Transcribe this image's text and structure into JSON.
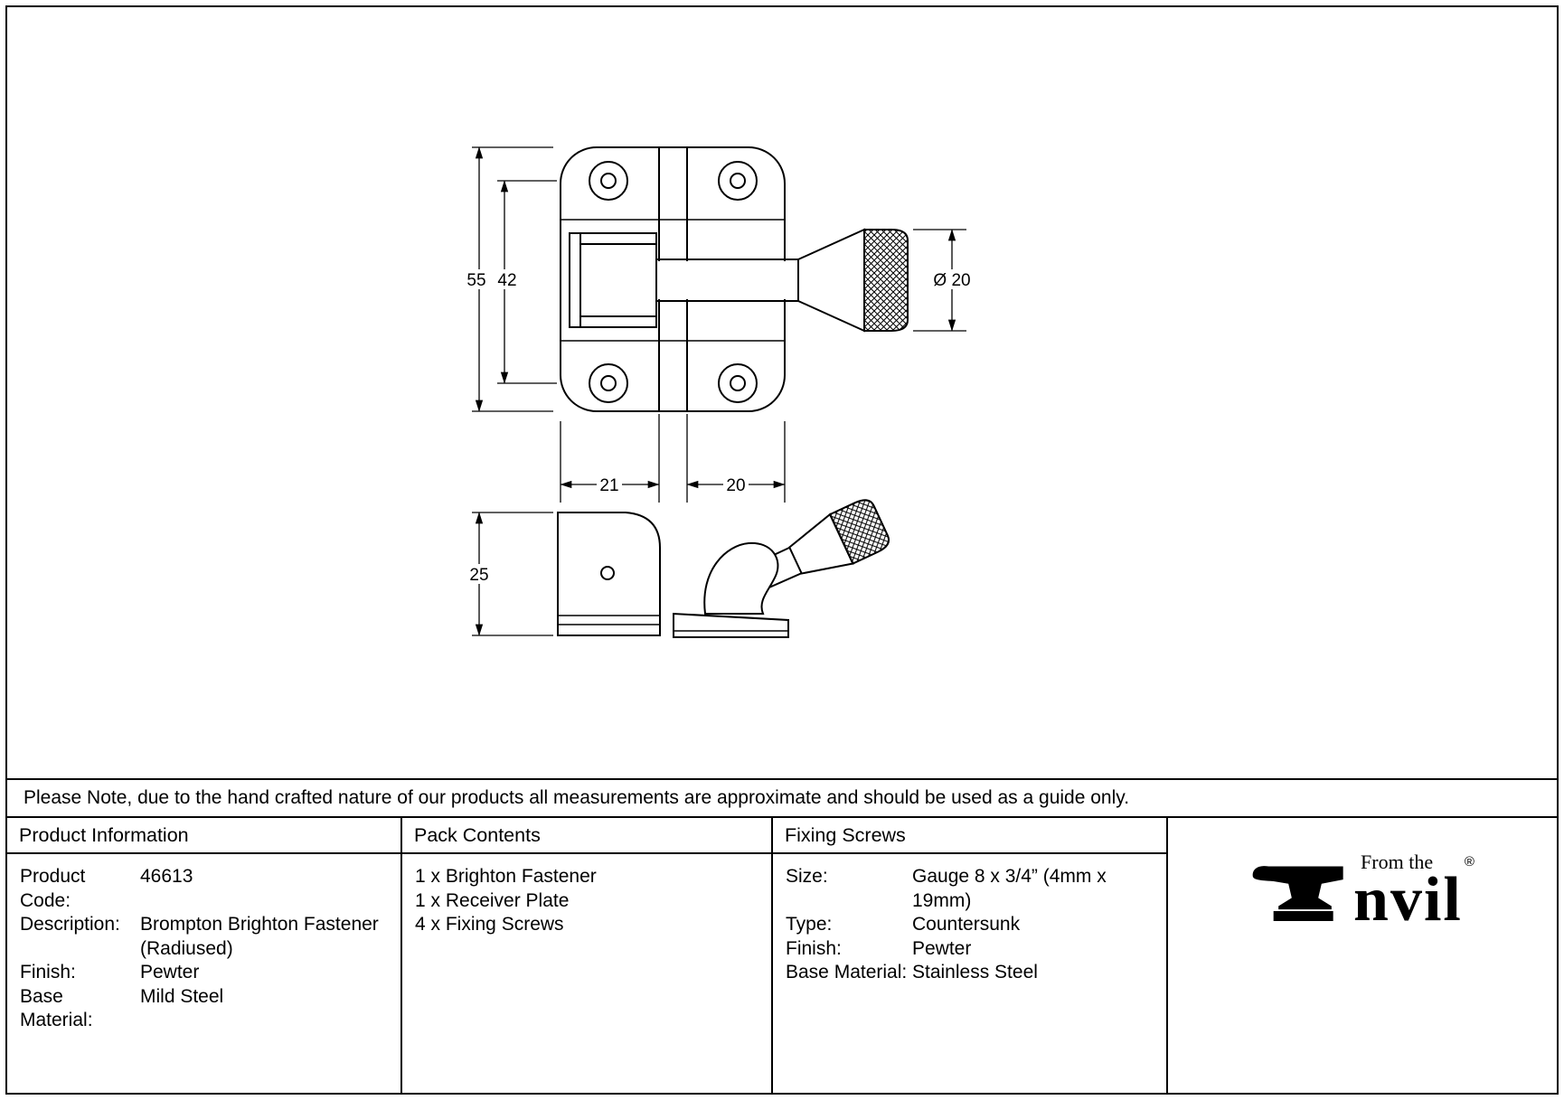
{
  "note": "Please Note, due to the hand crafted nature of our products all measurements are approximate and should be used as a guide only.",
  "drawing": {
    "dimensions": {
      "front_height": "55",
      "hole_spacing": "42",
      "knob_diameter": "Ø 20",
      "left_leaf_width": "21",
      "right_leaf_width": "20",
      "side_height": "25"
    }
  },
  "table": {
    "product_information": {
      "header": "Product Information",
      "rows": [
        {
          "label": "Product Code:",
          "value": "46613"
        },
        {
          "label": "Description:",
          "value": "Brompton Brighton Fastener (Radiused)"
        },
        {
          "label": "Finish:",
          "value": "Pewter"
        },
        {
          "label": "Base Material:",
          "value": "Mild Steel"
        }
      ]
    },
    "pack_contents": {
      "header": "Pack Contents",
      "items": [
        "1 x Brighton Fastener",
        "1 x Receiver Plate",
        "4 x Fixing Screws"
      ]
    },
    "fixing_screws": {
      "header": "Fixing Screws",
      "rows": [
        {
          "label": "Size:",
          "value": "Gauge 8 x 3/4” (4mm x 19mm)"
        },
        {
          "label": "Type:",
          "value": "Countersunk"
        },
        {
          "label": "Finish:",
          "value": "Pewter"
        },
        {
          "label": "Base Material:",
          "value": "Stainless Steel"
        }
      ]
    }
  },
  "logo": {
    "tagline": "From the",
    "brand_suffix": "nvil",
    "registered": "®"
  }
}
